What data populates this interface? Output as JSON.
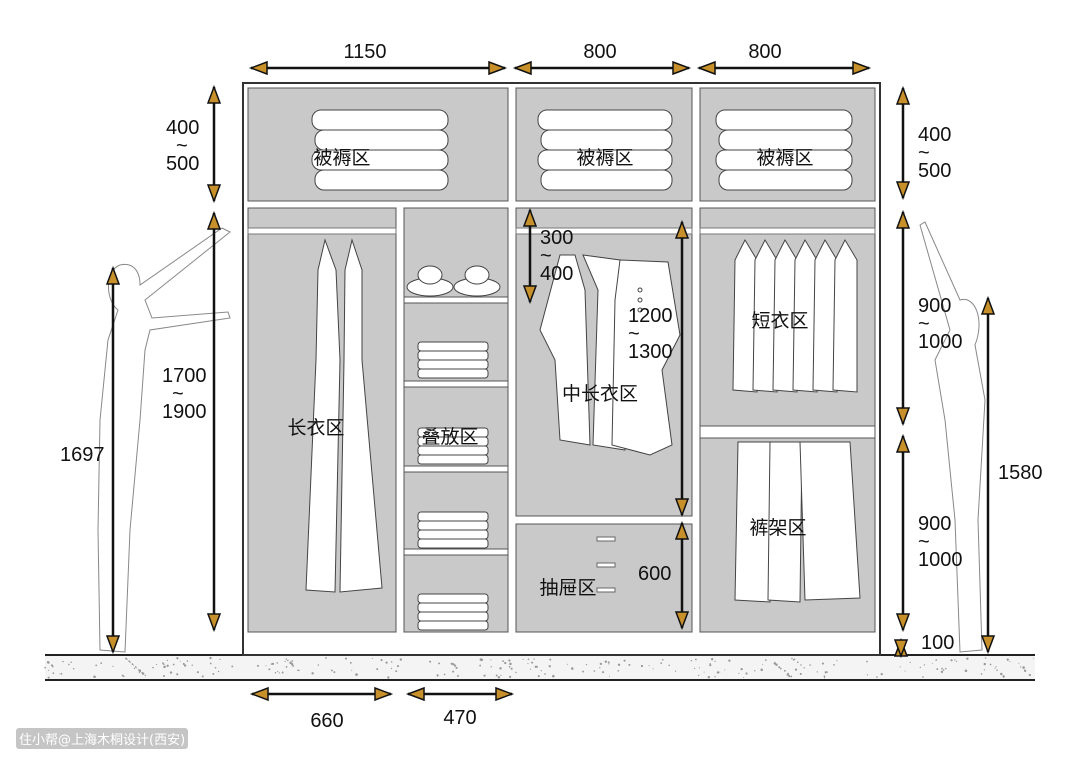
{
  "top_widths": [
    "1150",
    "800",
    "800"
  ],
  "bottom_widths": [
    "660",
    "470"
  ],
  "zones": {
    "quilt": "被褥区",
    "long_coat": "长衣区",
    "folded": "叠放区",
    "mid_long": "中长衣区",
    "drawer": "抽屉区",
    "short_coat": "短衣区",
    "trouser_rack": "裤架区"
  },
  "heights_left": {
    "top": [
      "400",
      "~",
      "500"
    ],
    "reach": [
      "1700",
      "~",
      "1900"
    ],
    "person": "1697"
  },
  "heights_middle": {
    "hanger": [
      "300",
      "~",
      "400"
    ],
    "mid_long": [
      "1200",
      "~",
      "1300"
    ],
    "drawer": "600"
  },
  "heights_right": {
    "top": [
      "400",
      "~",
      "500"
    ],
    "short": [
      "900",
      "~",
      "1000"
    ],
    "trouser": [
      "900",
      "~",
      "1000"
    ],
    "plinth": "100",
    "person": "1580"
  },
  "watermark": "住小帮@上海木桐设计(西安)",
  "colors": {
    "panel": "#c9c9c9",
    "arrow_head": "#c8902a",
    "line": "#111111"
  }
}
